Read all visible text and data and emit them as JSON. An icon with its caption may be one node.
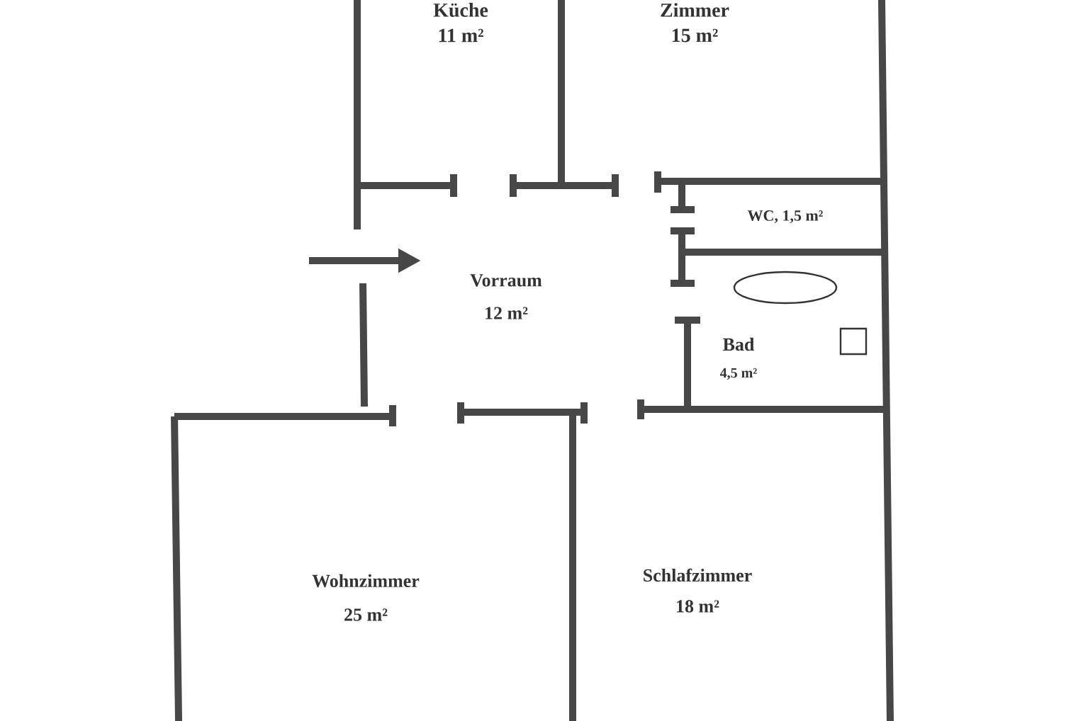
{
  "diagram": {
    "labels": [
      "Küche",
      "11 m²",
      "Zimmer",
      "15 m²",
      "WC, 1,5 m²",
      "Vorraum",
      "12 m²",
      "Bad",
      "4,5 m²",
      "Wohnzimmer",
      "25 m²",
      "Schlafzimmer",
      "18 m²"
    ]
  }
}
